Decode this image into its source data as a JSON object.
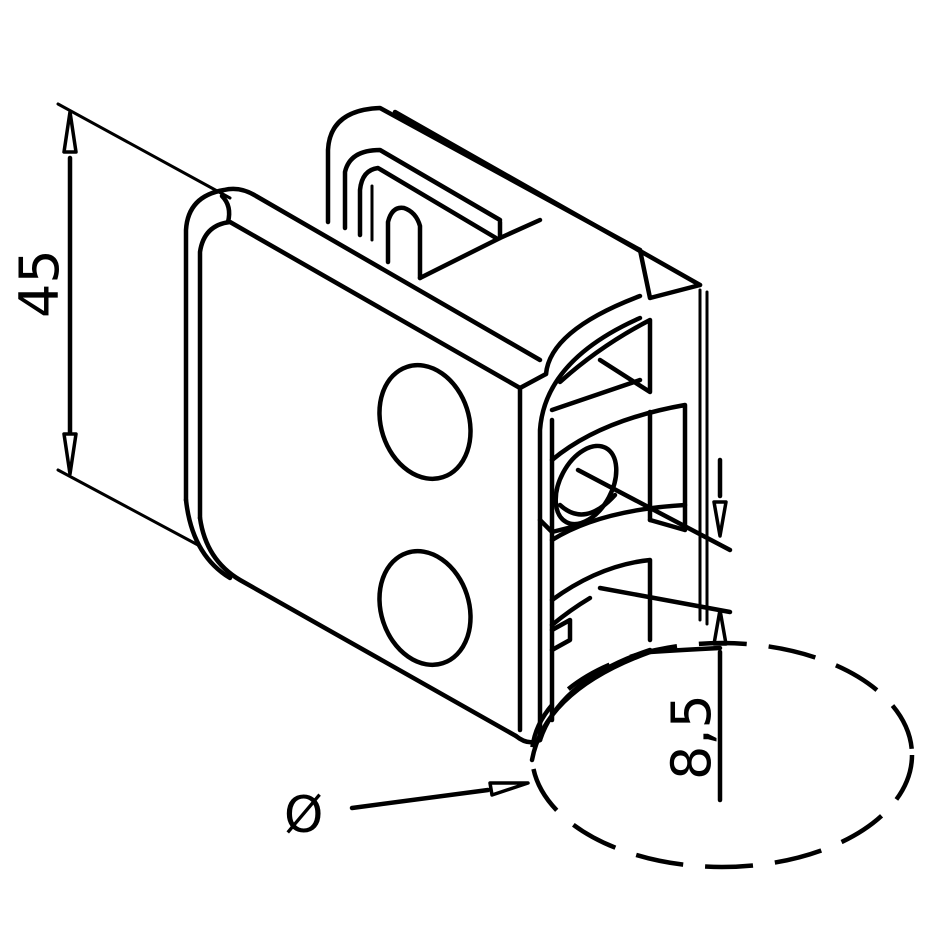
{
  "drawing": {
    "subject": "glass clamp isometric view",
    "line_color": "#000000",
    "background_color": "#ffffff"
  },
  "dimensions": {
    "height": {
      "label": "45"
    },
    "glass_gap": {
      "label": "8,5"
    },
    "diameter": {
      "symbol": "Ø"
    }
  }
}
